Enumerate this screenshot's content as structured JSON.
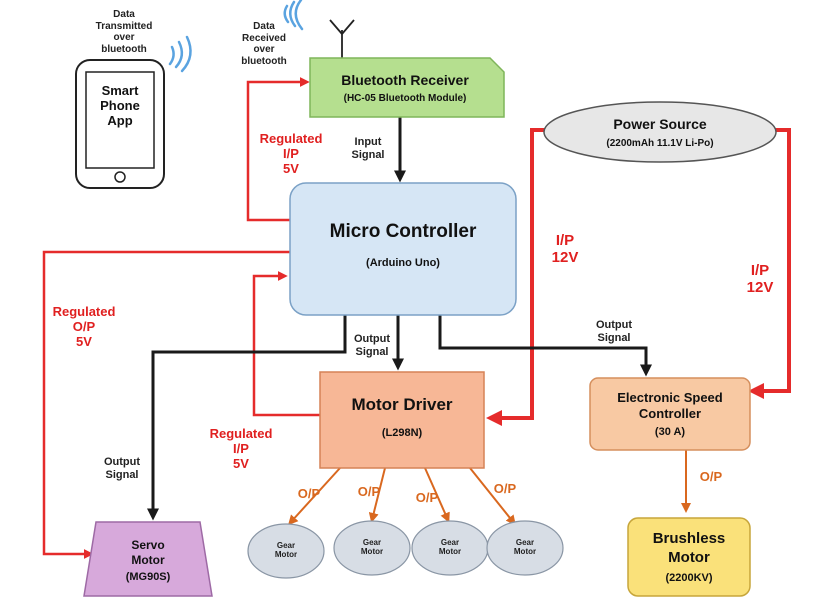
{
  "phone": {
    "title": "Smart\nPhone\nApp",
    "tx_label": "Data\nTransmitted\nover\nbluetooth"
  },
  "bluetooth": {
    "title": "Bluetooth Receiver",
    "subtitle": "(HC-05 Bluetooth Module)",
    "rx_label": "Data\nReceived\nover\nbluetooth"
  },
  "power": {
    "title": "Power Source",
    "subtitle": "(2200mAh 11.1V Li-Po)"
  },
  "mcu": {
    "title": "Micro Controller",
    "subtitle": "(Arduino Uno)"
  },
  "driver": {
    "title": "Motor Driver",
    "subtitle": "(L298N)"
  },
  "esc": {
    "title": "Electronic Speed\nController",
    "subtitle": "(30 A)"
  },
  "servo": {
    "title": "Servo\nMotor",
    "subtitle": "(MG90S)"
  },
  "brushless": {
    "title": "Brushless\nMotor",
    "subtitle": "(2200KV)"
  },
  "gear_motors": [
    "Gear\nMotor",
    "Gear\nMotor",
    "Gear\nMotor",
    "Gear\nMotor"
  ],
  "labels": {
    "input_signal": "Input\nSignal",
    "regulated_ip_top": "Regulated\nI/P\n5V",
    "regulated_op": "Regulated\nO/P\n5V",
    "regulated_ip_driver": "Regulated\nI/P\n5V",
    "ip_12v_left": "I/P\n12V",
    "ip_12v_right": "I/P\n12V",
    "output_signal_driver": "Output\nSignal",
    "output_signal_esc": "Output\nSignal",
    "output_signal_servo": "Output\nSignal",
    "op_gear": [
      "O/P",
      "O/P",
      "O/P",
      "O/P"
    ],
    "op_brushless": "O/P"
  },
  "colors": {
    "wire_red": "#e52b2b",
    "wire_black": "#1a1a1a",
    "wire_orange": "#d9681f",
    "bt_fill": "#b5df8f",
    "mcu_fill": "#d6e6f5",
    "driver_fill": "#f7b796",
    "esc_fill": "#f8c9a3",
    "servo_fill": "#d7a9db",
    "brushless_fill": "#fae17a",
    "gear_fill": "#d7dde5",
    "power_fill": "#e7e7e7",
    "wave_blue": "#5aa3e0"
  }
}
